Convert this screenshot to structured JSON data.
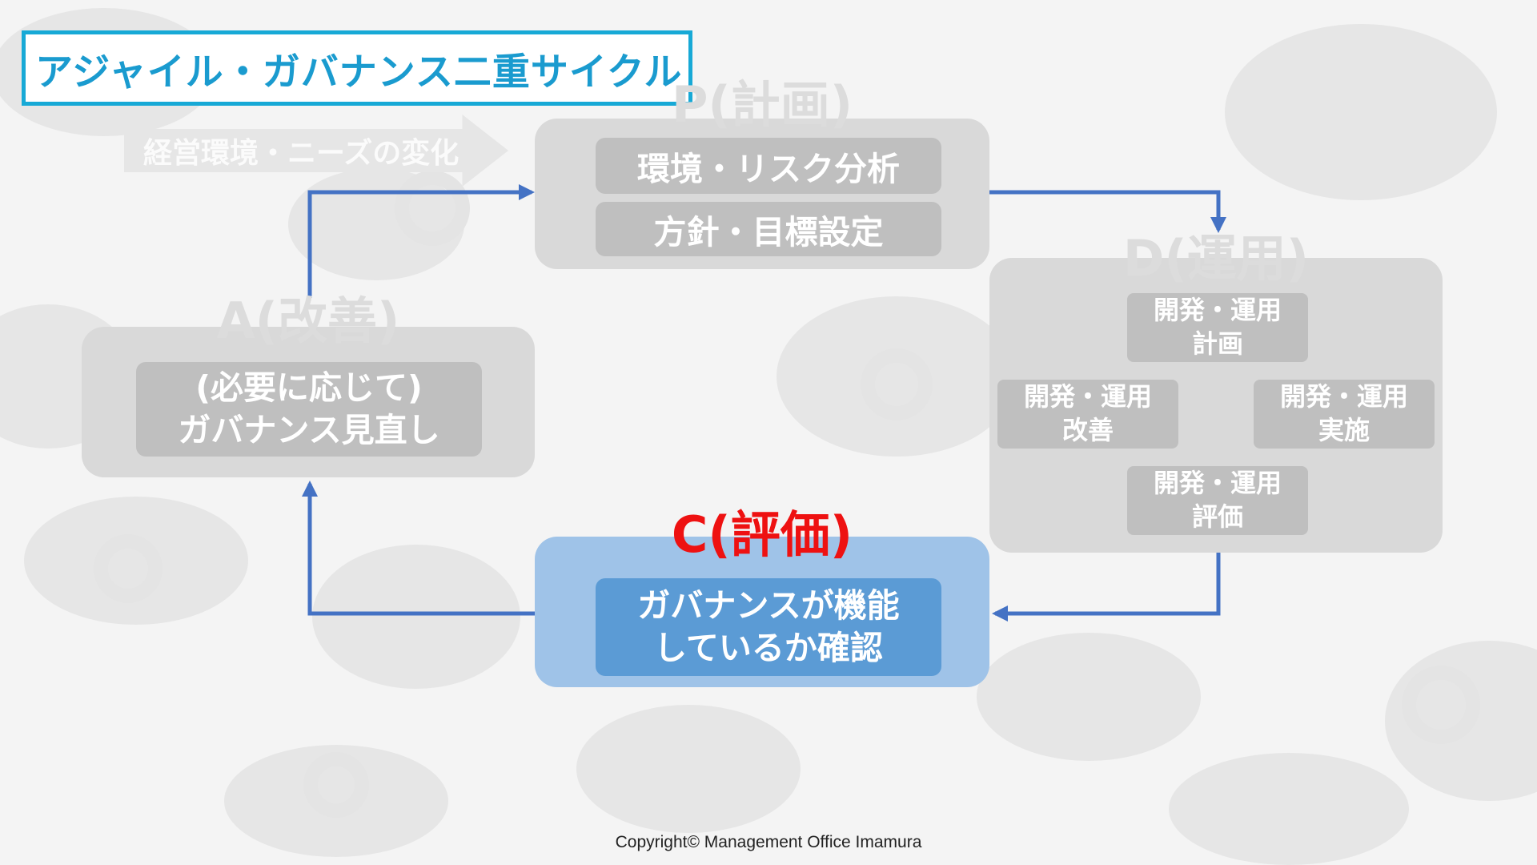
{
  "title": "アジャイル・ガバナンス二重サイクル",
  "change_arrow_label": "経営環境・ニーズの変化",
  "plan": {
    "label": "P(計画)",
    "items": [
      "環境・リスク分析",
      "方針・目標設定"
    ]
  },
  "do": {
    "label": "D(運用)",
    "steps": [
      {
        "line1": "開発・運用",
        "line2": "計画"
      },
      {
        "line1": "開発・運用",
        "line2": "実施"
      },
      {
        "line1": "開発・運用",
        "line2": "評価"
      },
      {
        "line1": "開発・運用",
        "line2": "改善"
      }
    ]
  },
  "check": {
    "label": "C(評価)",
    "line1": "ガバナンスが機能",
    "line2": "しているか確認"
  },
  "act": {
    "label": "A(改善)",
    "line1": "(必要に応じて)",
    "line2": "ガバナンス見直し"
  },
  "copyright": "Copyright© Management Office Imamura",
  "colors": {
    "title_border": "#17a9d6",
    "title_text": "#1a9bcf",
    "active_panel": "#9fc3e8",
    "active_inner": "#5b9bd5",
    "active_label": "#ee1111",
    "flow_arrow": "#4472c4",
    "inactive_panel": "#d9d9d9",
    "inactive_inner": "#bfbfbf"
  }
}
